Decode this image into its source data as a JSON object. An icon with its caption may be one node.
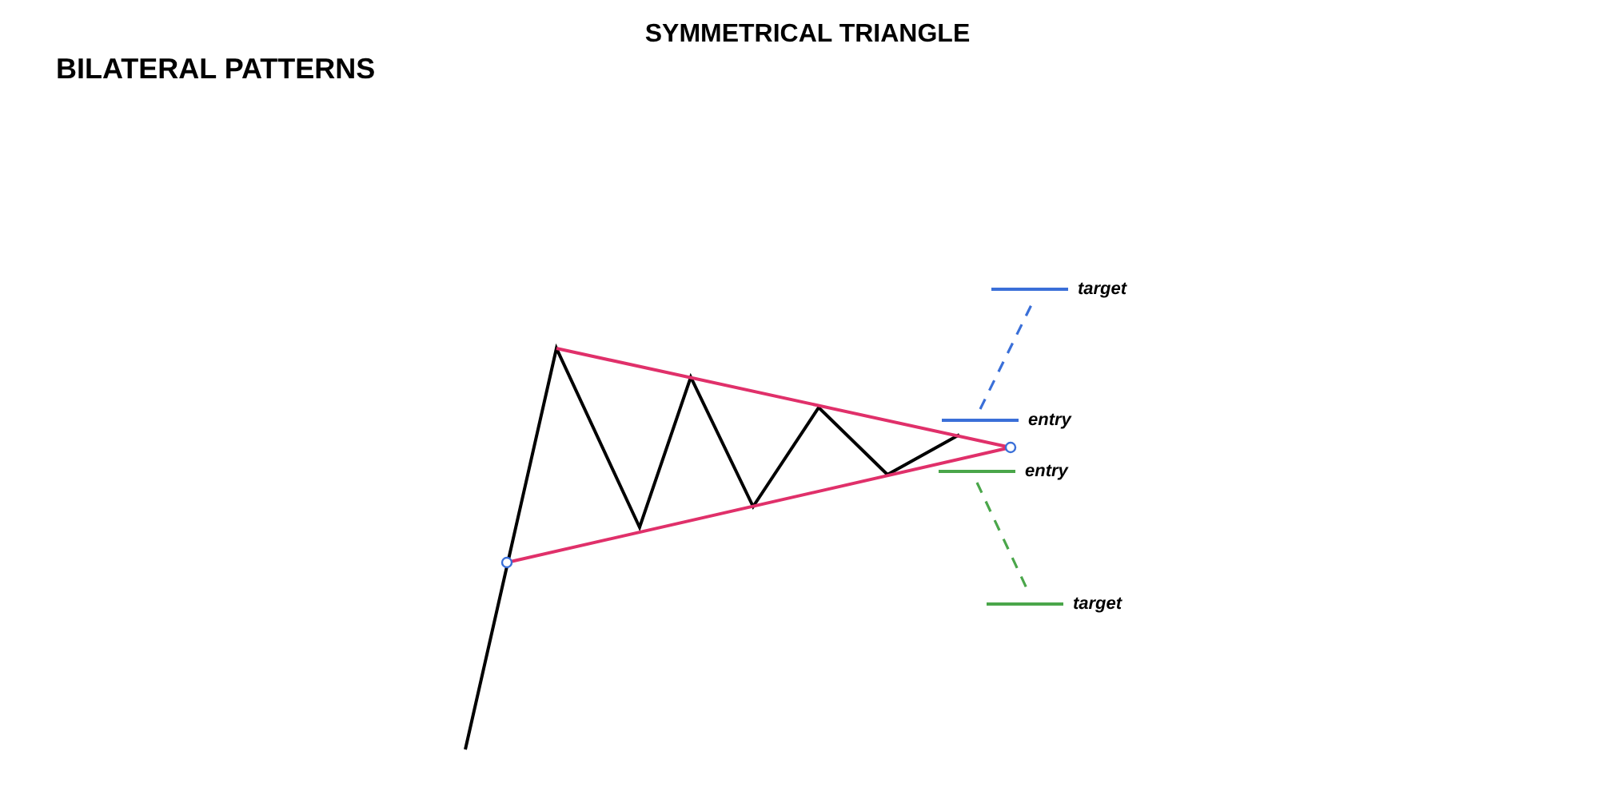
{
  "diagram": {
    "title": "SYMMETRICAL TRIANGLE",
    "nodes": [
      {
        "text": [
          "target"
        ]
      },
      {
        "text": [
          "entry"
        ]
      },
      {
        "text": [
          "entry"
        ]
      },
      {
        "text": [
          "target"
        ]
      }
    ],
    "edges": [
      {
        "from": 1,
        "to": 0,
        "arrow": "none",
        "style": "dashed",
        "color": "#3a6fd8"
      },
      {
        "from": 2,
        "to": 3,
        "arrow": "none",
        "style": "dashed",
        "color": "#4aa64a"
      }
    ],
    "labels": [
      "BILATERAL PATTERNS"
    ]
  }
}
